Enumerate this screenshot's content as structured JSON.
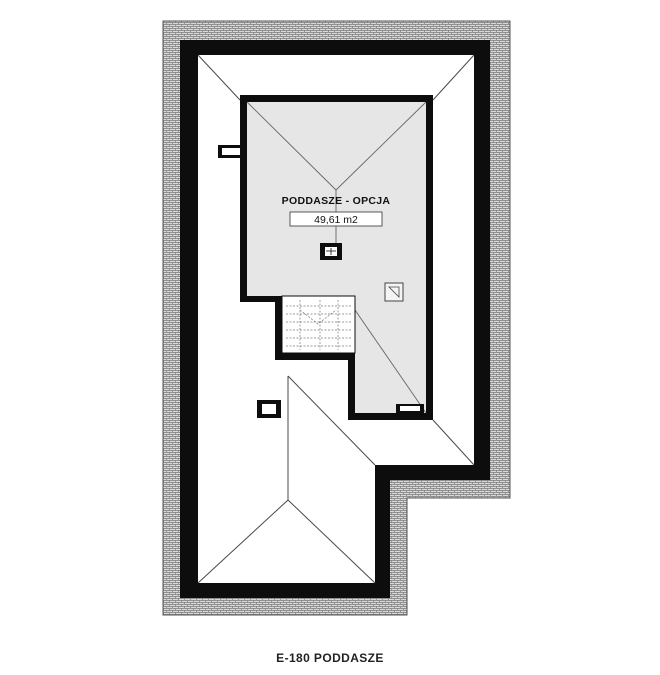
{
  "room": {
    "name": "PODDASZE - OPCJA",
    "area": "49,61 m2"
  },
  "caption": "E-180 PODDASZE",
  "colors": {
    "wall": "#0d0d0d",
    "brick": "#9a9a9a",
    "attic_fill": "#e6e6e6",
    "roof_line": "#555555",
    "background": "#ffffff"
  },
  "icons": [
    "chimney-icon",
    "roof-window-icon",
    "vent-icon",
    "staircase-icon"
  ]
}
